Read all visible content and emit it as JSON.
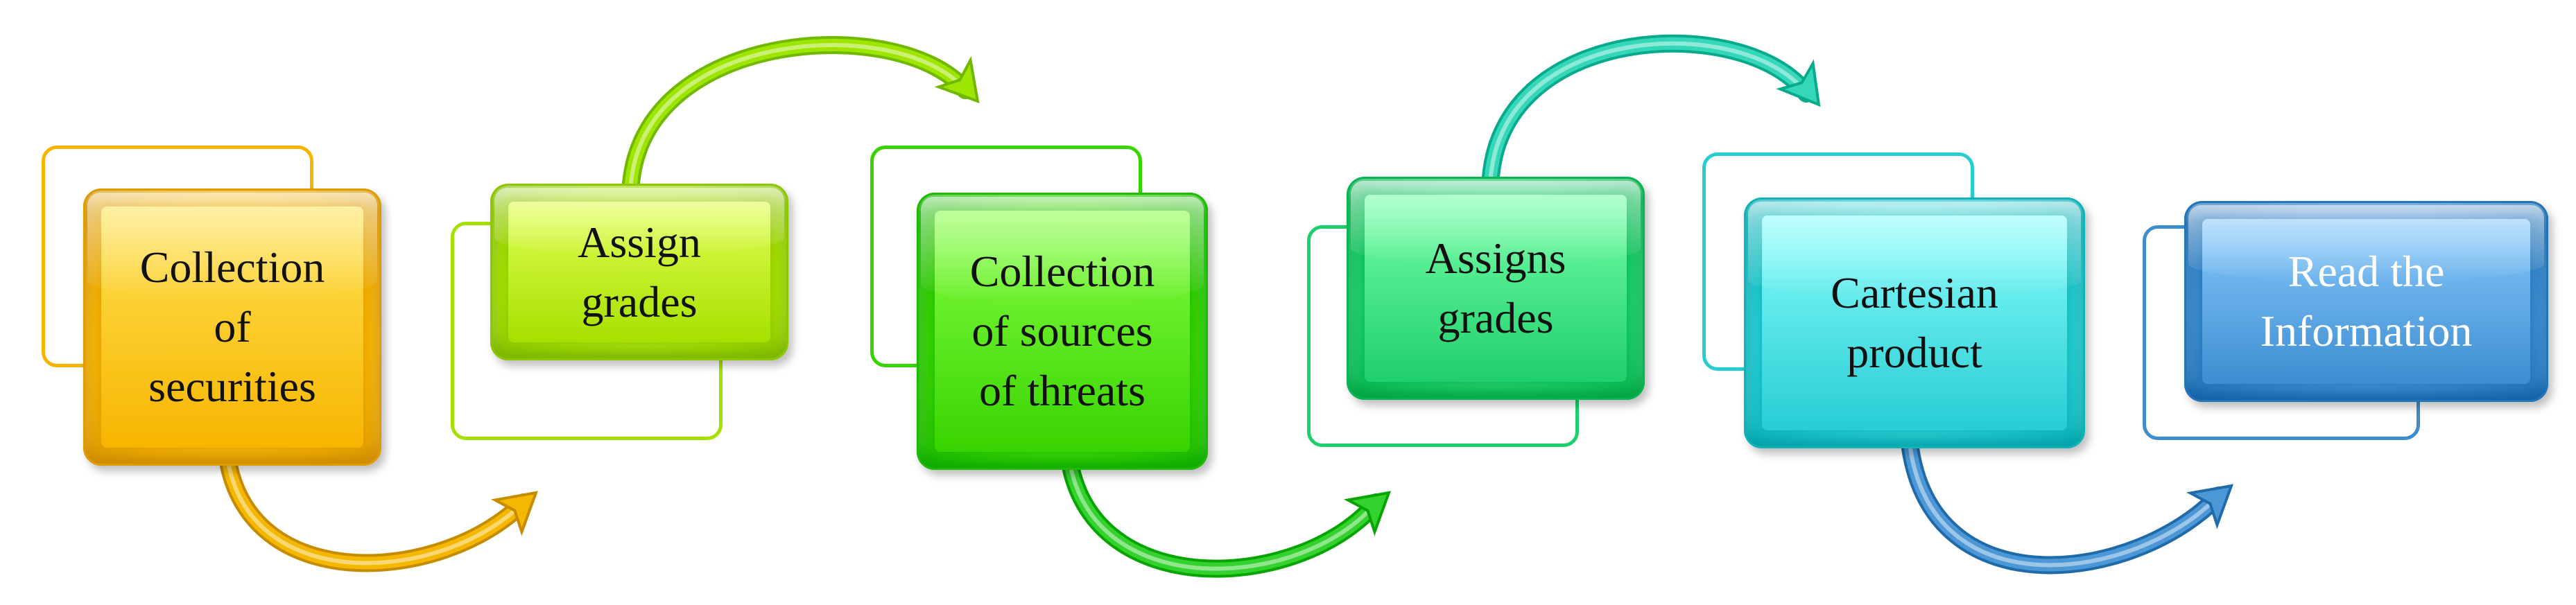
{
  "diagram": {
    "steps": [
      {
        "label": "Collection\nof\nsecurities",
        "color": "#f7b500",
        "light": "#ffd84a",
        "text_color": "#111111"
      },
      {
        "label": "Assign\ngrades",
        "color": "#a6e000",
        "light": "#d8ff4a",
        "text_color": "#111111"
      },
      {
        "label": "Collection\nof sources\nof threats",
        "color": "#38d400",
        "light": "#7dff3a",
        "text_color": "#111111"
      },
      {
        "label": "Assigns\ngrades",
        "color": "#1fcf6c",
        "light": "#6cf59e",
        "text_color": "#111111"
      },
      {
        "label": "Cartesian\nproduct",
        "color": "#27cdd3",
        "light": "#7ff3f2",
        "text_color": "#111111"
      },
      {
        "label": "Read the\nInformation",
        "color": "#3d8dd1",
        "light": "#7fc0f2",
        "text_color": "#ffffff"
      }
    ],
    "arrows": [
      {
        "from": "Collection of securities",
        "to": "Assign grades",
        "color": "#f4b800"
      },
      {
        "from": "Assign grades",
        "to": "Collection of sources of threats",
        "color": "#9ee600"
      },
      {
        "from": "Collection of sources of threats",
        "to": "Assigns grades",
        "color": "#34d22e"
      },
      {
        "from": "Assigns grades",
        "to": "Cartesian product",
        "color": "#34d8b8"
      },
      {
        "from": "Cartesian product",
        "to": "Read the Information",
        "color": "#4c97d6"
      }
    ]
  }
}
